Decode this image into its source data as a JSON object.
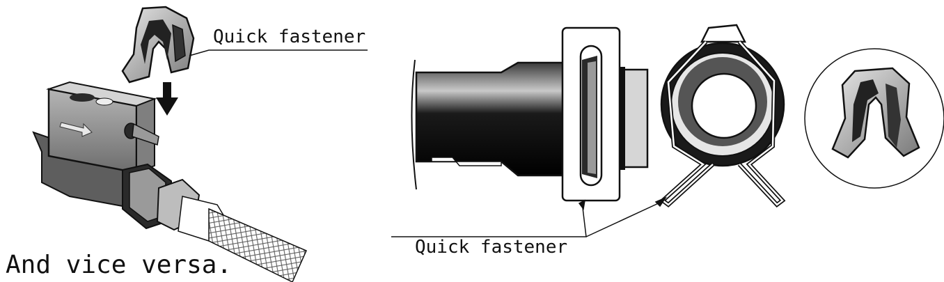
{
  "labels": {
    "quick_fastener_top": "Quick fastener",
    "quick_fastener_bottom": "Quick fastener",
    "caption": "And vice versa."
  },
  "colors": {
    "ink": "#111111",
    "sensor_body": "#8c8c8c",
    "fitting_dark": "#1f1f1f",
    "background": "#ffffff"
  },
  "icons": [
    "down-arrow-icon",
    "flow-arrow-icon"
  ]
}
